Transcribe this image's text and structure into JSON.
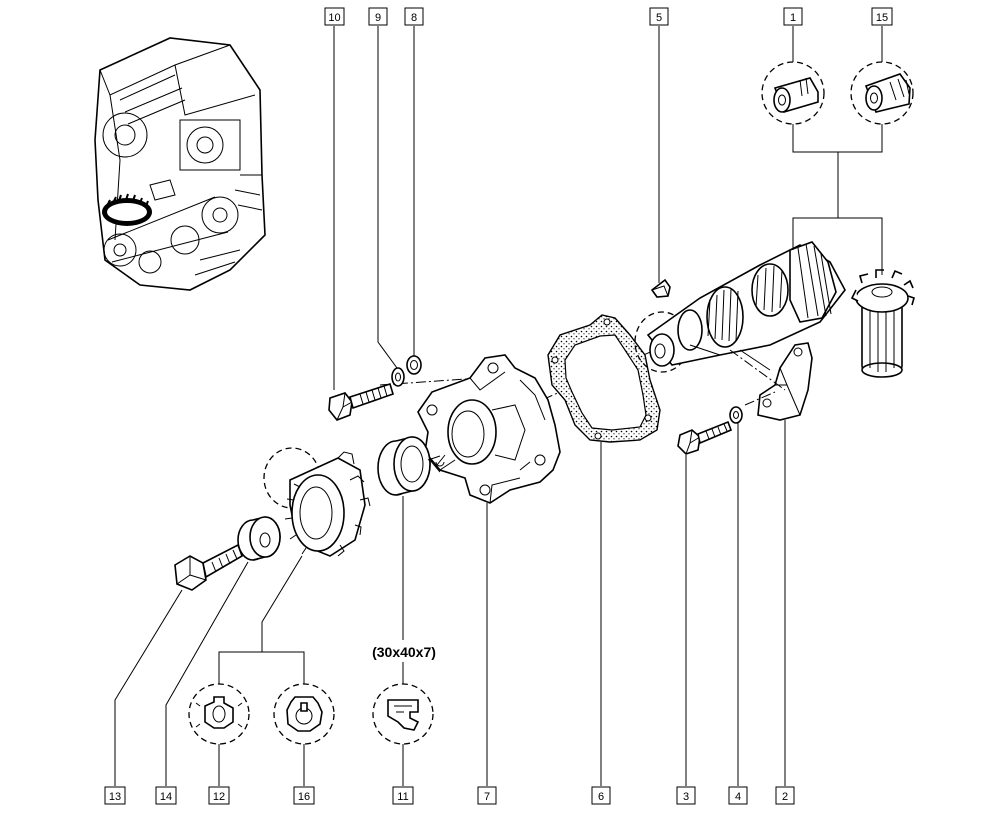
{
  "labels": {
    "l10": "10",
    "l9": "9",
    "l8": "8",
    "l5": "5",
    "l1": "1",
    "l15": "15",
    "l13": "13",
    "l14": "14",
    "l12": "12",
    "l16": "16",
    "l11": "11",
    "l7": "7",
    "l6": "6",
    "l3": "3",
    "l4": "4",
    "l2": "2"
  },
  "seal_dimension": "(30x40x7)"
}
